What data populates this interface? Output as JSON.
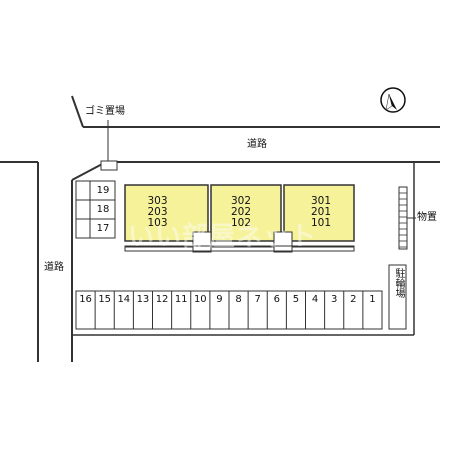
{
  "labels": {
    "garbage": "ゴミ置場",
    "road_top": "道路",
    "road_left": "道路",
    "storage": "物置",
    "bike_parking": "駐輪場"
  },
  "buildings": [
    {
      "floors": [
        "303",
        "203",
        "103"
      ]
    },
    {
      "floors": [
        "302",
        "202",
        "102"
      ]
    },
    {
      "floors": [
        "301",
        "201",
        "101"
      ]
    }
  ],
  "parking_left": [
    "19",
    "18",
    "17"
  ],
  "parking_bottom": [
    "16",
    "15",
    "14",
    "13",
    "12",
    "11",
    "10",
    "9",
    "8",
    "7",
    "6",
    "5",
    "4",
    "3",
    "2",
    "1"
  ],
  "watermark": "いい部屋ネット",
  "colors": {
    "building": "#f6f29a",
    "line": "#333333",
    "compass_fill": "#111111"
  },
  "icons": {
    "compass": "north-arrow-icon"
  }
}
